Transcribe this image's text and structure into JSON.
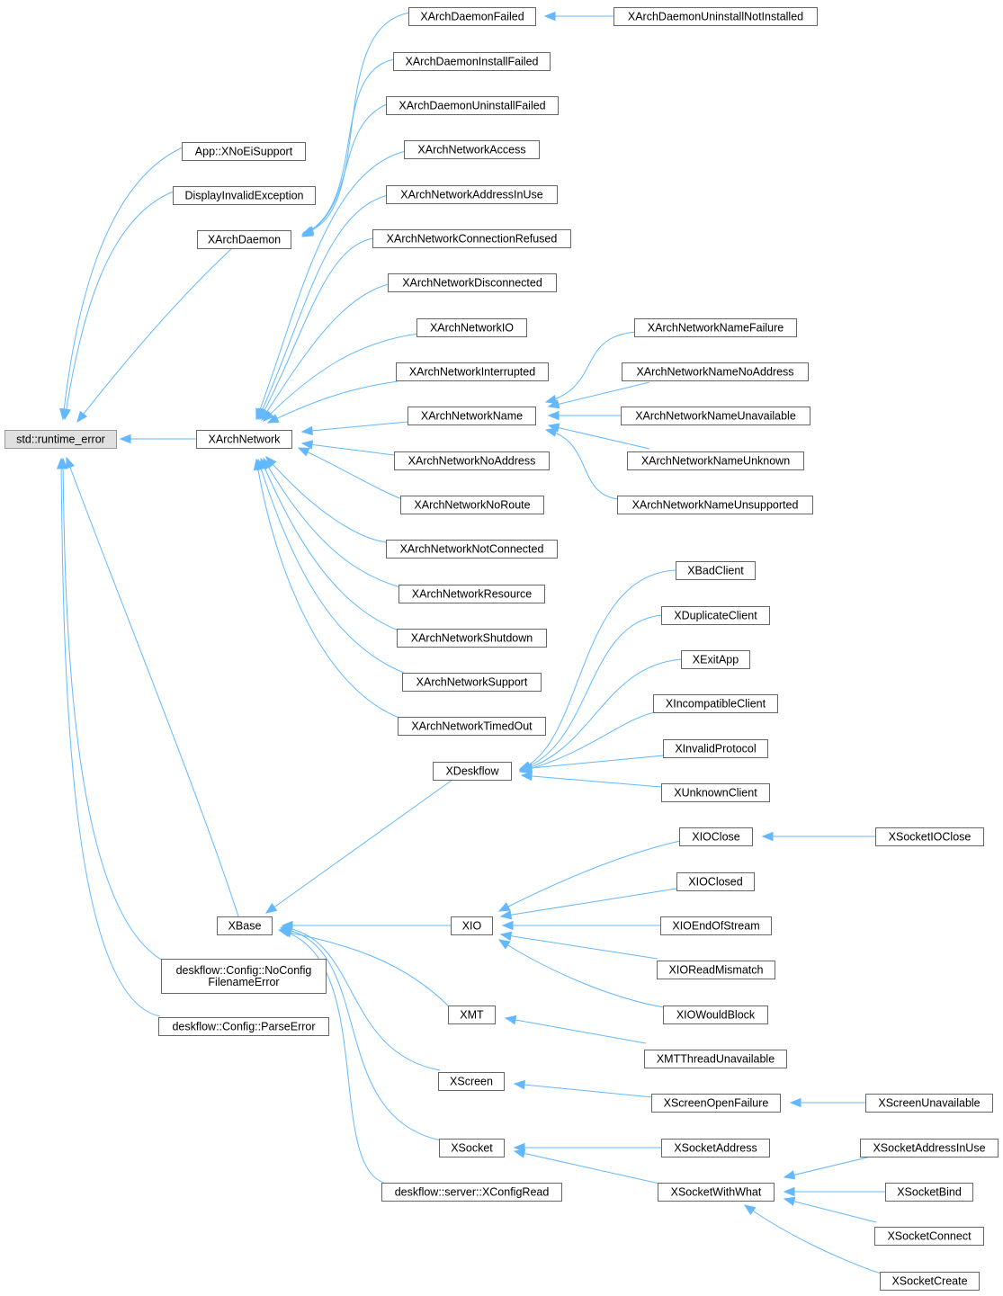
{
  "colors": {
    "edge": "#63b8ff",
    "node_border": "#666666",
    "root_fill": "#e0e0e0",
    "background": "#ffffff"
  },
  "nodes": [
    {
      "id": "rt",
      "lines": [
        "std::runtime_error"
      ],
      "root": true
    },
    {
      "id": "noei",
      "lines": [
        "App::XNoEiSupport"
      ]
    },
    {
      "id": "die",
      "lines": [
        "DisplayInvalidException"
      ]
    },
    {
      "id": "xad",
      "lines": [
        "XArchDaemon"
      ]
    },
    {
      "id": "xan",
      "lines": [
        "XArchNetwork"
      ]
    },
    {
      "id": "xb",
      "lines": [
        "XBase"
      ]
    },
    {
      "id": "cncf",
      "lines": [
        "deskflow::Config::NoConfig",
        "FilenameError"
      ]
    },
    {
      "id": "cpe",
      "lines": [
        "deskflow::Config::ParseError"
      ]
    },
    {
      "id": "xadf",
      "lines": [
        "XArchDaemonFailed"
      ]
    },
    {
      "id": "xadif",
      "lines": [
        "XArchDaemonInstallFailed"
      ]
    },
    {
      "id": "xaduf",
      "lines": [
        "XArchDaemonUninstallFailed"
      ]
    },
    {
      "id": "xaduni",
      "lines": [
        "XArchDaemonUninstallNotInstalled"
      ]
    },
    {
      "id": "xana",
      "lines": [
        "XArchNetworkAccess"
      ]
    },
    {
      "id": "xanaiu",
      "lines": [
        "XArchNetworkAddressInUse"
      ]
    },
    {
      "id": "xancr",
      "lines": [
        "XArchNetworkConnectionRefused"
      ]
    },
    {
      "id": "xand",
      "lines": [
        "XArchNetworkDisconnected"
      ]
    },
    {
      "id": "xanio",
      "lines": [
        "XArchNetworkIO"
      ]
    },
    {
      "id": "xanint",
      "lines": [
        "XArchNetworkInterrupted"
      ]
    },
    {
      "id": "xann",
      "lines": [
        "XArchNetworkName"
      ]
    },
    {
      "id": "xanna",
      "lines": [
        "XArchNetworkNoAddress"
      ]
    },
    {
      "id": "xannr",
      "lines": [
        "XArchNetworkNoRoute"
      ]
    },
    {
      "id": "xannc",
      "lines": [
        "XArchNetworkNotConnected"
      ]
    },
    {
      "id": "xanr",
      "lines": [
        "XArchNetworkResource"
      ]
    },
    {
      "id": "xans",
      "lines": [
        "XArchNetworkShutdown"
      ]
    },
    {
      "id": "xansp",
      "lines": [
        "XArchNetworkSupport"
      ]
    },
    {
      "id": "xanto",
      "lines": [
        "XArchNetworkTimedOut"
      ]
    },
    {
      "id": "xannf",
      "lines": [
        "XArchNetworkNameFailure"
      ]
    },
    {
      "id": "xannna",
      "lines": [
        "XArchNetworkNameNoAddress"
      ]
    },
    {
      "id": "xannu",
      "lines": [
        "XArchNetworkNameUnavailable"
      ]
    },
    {
      "id": "xannuk",
      "lines": [
        "XArchNetworkNameUnknown"
      ]
    },
    {
      "id": "xannus",
      "lines": [
        "XArchNetworkNameUnsupported"
      ]
    },
    {
      "id": "xdf",
      "lines": [
        "XDeskflow"
      ]
    },
    {
      "id": "xbc",
      "lines": [
        "XBadClient"
      ]
    },
    {
      "id": "xdc",
      "lines": [
        "XDuplicateClient"
      ]
    },
    {
      "id": "xea",
      "lines": [
        "XExitApp"
      ]
    },
    {
      "id": "xic",
      "lines": [
        "XIncompatibleClient"
      ]
    },
    {
      "id": "xip",
      "lines": [
        "XInvalidProtocol"
      ]
    },
    {
      "id": "xuc",
      "lines": [
        "XUnknownClient"
      ]
    },
    {
      "id": "xio",
      "lines": [
        "XIO"
      ]
    },
    {
      "id": "xmt",
      "lines": [
        "XMT"
      ]
    },
    {
      "id": "xscr",
      "lines": [
        "XScreen"
      ]
    },
    {
      "id": "xsock",
      "lines": [
        "XSocket"
      ]
    },
    {
      "id": "scr",
      "lines": [
        "deskflow::server::XConfigRead"
      ]
    },
    {
      "id": "xioc",
      "lines": [
        "XIOClose"
      ]
    },
    {
      "id": "xiocd",
      "lines": [
        "XIOClosed"
      ]
    },
    {
      "id": "xioe",
      "lines": [
        "XIOEndOfStream"
      ]
    },
    {
      "id": "xiorm",
      "lines": [
        "XIOReadMismatch"
      ]
    },
    {
      "id": "xiowb",
      "lines": [
        "XIOWouldBlock"
      ]
    },
    {
      "id": "xsioc",
      "lines": [
        "XSocketIOClose"
      ]
    },
    {
      "id": "xmttu",
      "lines": [
        "XMTThreadUnavailable"
      ]
    },
    {
      "id": "xsof",
      "lines": [
        "XScreenOpenFailure"
      ]
    },
    {
      "id": "xsu",
      "lines": [
        "XScreenUnavailable"
      ]
    },
    {
      "id": "xsa",
      "lines": [
        "XSocketAddress"
      ]
    },
    {
      "id": "xsww",
      "lines": [
        "XSocketWithWhat"
      ]
    },
    {
      "id": "xsaiu",
      "lines": [
        "XSocketAddressInUse"
      ]
    },
    {
      "id": "xsb",
      "lines": [
        "XSocketBind"
      ]
    },
    {
      "id": "xsc",
      "lines": [
        "XSocketConnect"
      ]
    },
    {
      "id": "xscreate",
      "lines": [
        "XSocketCreate"
      ]
    }
  ],
  "edges": [
    [
      "noei",
      "rt"
    ],
    [
      "die",
      "rt"
    ],
    [
      "xad",
      "rt"
    ],
    [
      "xan",
      "rt"
    ],
    [
      "xb",
      "rt"
    ],
    [
      "cncf",
      "rt"
    ],
    [
      "cpe",
      "rt"
    ],
    [
      "xadf",
      "xad"
    ],
    [
      "xadif",
      "xad"
    ],
    [
      "xaduf",
      "xad"
    ],
    [
      "xaduni",
      "xadf"
    ],
    [
      "xana",
      "xan"
    ],
    [
      "xanaiu",
      "xan"
    ],
    [
      "xancr",
      "xan"
    ],
    [
      "xand",
      "xan"
    ],
    [
      "xanio",
      "xan"
    ],
    [
      "xanint",
      "xan"
    ],
    [
      "xann",
      "xan"
    ],
    [
      "xanna",
      "xan"
    ],
    [
      "xannr",
      "xan"
    ],
    [
      "xannc",
      "xan"
    ],
    [
      "xanr",
      "xan"
    ],
    [
      "xans",
      "xan"
    ],
    [
      "xansp",
      "xan"
    ],
    [
      "xanto",
      "xan"
    ],
    [
      "xannf",
      "xann"
    ],
    [
      "xannna",
      "xann"
    ],
    [
      "xannu",
      "xann"
    ],
    [
      "xannuk",
      "xann"
    ],
    [
      "xannus",
      "xann"
    ],
    [
      "xdf",
      "xb"
    ],
    [
      "xio",
      "xb"
    ],
    [
      "xmt",
      "xb"
    ],
    [
      "xscr",
      "xb"
    ],
    [
      "xsock",
      "xb"
    ],
    [
      "scr",
      "xb"
    ],
    [
      "xbc",
      "xdf"
    ],
    [
      "xdc",
      "xdf"
    ],
    [
      "xea",
      "xdf"
    ],
    [
      "xic",
      "xdf"
    ],
    [
      "xip",
      "xdf"
    ],
    [
      "xuc",
      "xdf"
    ],
    [
      "xioc",
      "xio"
    ],
    [
      "xiocd",
      "xio"
    ],
    [
      "xioe",
      "xio"
    ],
    [
      "xiorm",
      "xio"
    ],
    [
      "xiowb",
      "xio"
    ],
    [
      "xsioc",
      "xioc"
    ],
    [
      "xmttu",
      "xmt"
    ],
    [
      "xsof",
      "xscr"
    ],
    [
      "xsu",
      "xsof"
    ],
    [
      "xsa",
      "xsock"
    ],
    [
      "xsww",
      "xsock"
    ],
    [
      "xsaiu",
      "xsww"
    ],
    [
      "xsb",
      "xsww"
    ],
    [
      "xsc",
      "xsww"
    ],
    [
      "xscreate",
      "xsww"
    ]
  ]
}
